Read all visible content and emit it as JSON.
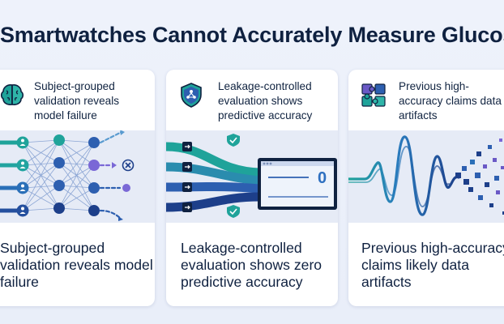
{
  "page": {
    "title": "Smartwatches Cannot Accurately Measure Glucose"
  },
  "cards": [
    {
      "icon": "brain-icon",
      "header": "Subject-grouped validation reveals model failure",
      "caption": "Subject-grouped validation reveals model failure"
    },
    {
      "icon": "shield-check-icon",
      "header": "Leakage-controlled evaluation shows predictive accuracy",
      "caption": "Leakage-controlled evaluation shows zero predictive accuracy",
      "screen_value": "0"
    },
    {
      "icon": "puzzle-pieces-icon",
      "header": "Previous high-accuracy claims data artifacts",
      "caption": "Previous high-accuracy claims likely data artifacts"
    }
  ],
  "colors": {
    "navy": "#0f2140",
    "teal": "#1fa39a",
    "blue": "#2d5fb0",
    "purple": "#6a59c6",
    "panel": "#e6ebf6"
  }
}
